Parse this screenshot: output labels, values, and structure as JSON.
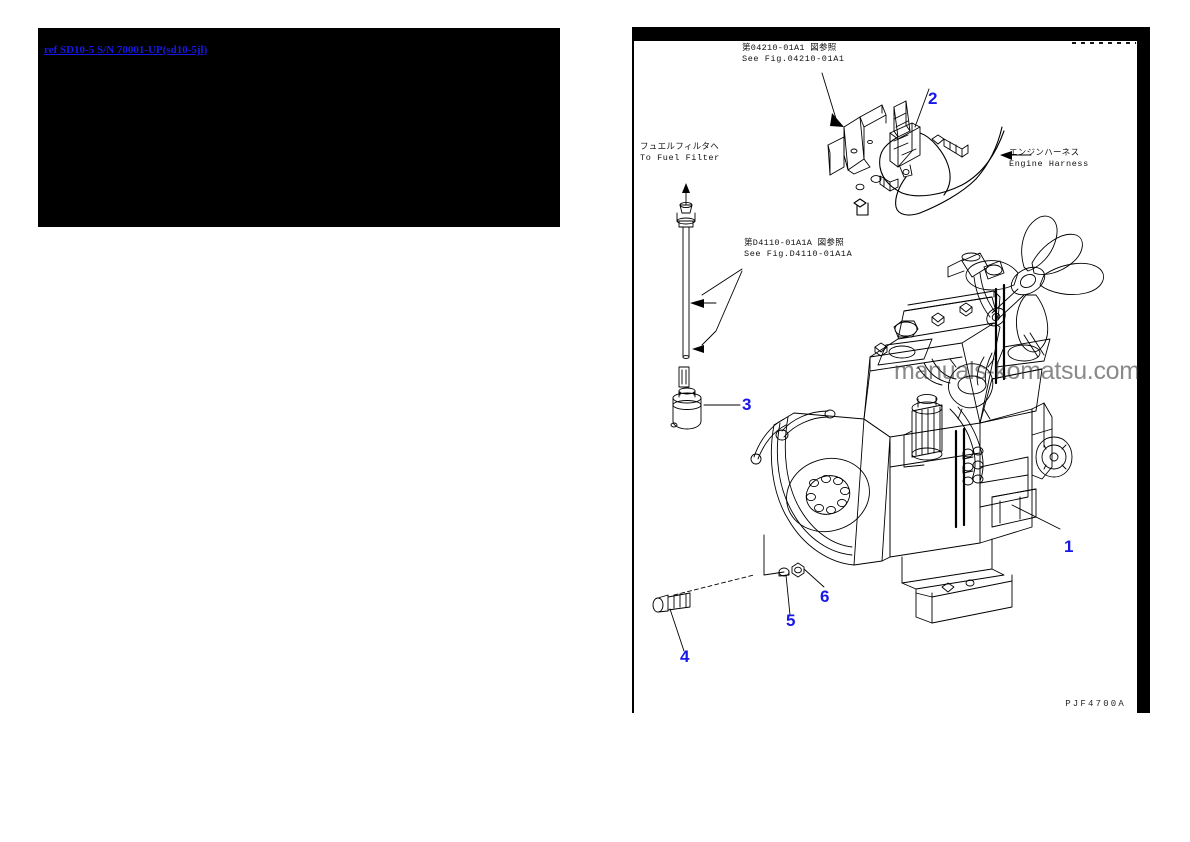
{
  "left_panel": {
    "link_label": "ref SD10-5 S/N 70001-UP(sd10-5jl)",
    "background_color": "#000000",
    "link_color": "#1717e8"
  },
  "diagram": {
    "figure_code": "PJF4700A",
    "watermark": "manuals-komatsu.com",
    "callout_color": "#1717e8",
    "annotations": [
      {
        "name": "see-fig-04210-01A1",
        "jp": "第04210-01A1 図参照",
        "en": "See Fig.04210-01A1"
      },
      {
        "name": "to-fuel-filter",
        "jp": "フュエルフィルタへ",
        "en": "To Fuel Filter"
      },
      {
        "name": "see-fig-D4110-01A1A",
        "jp": "第D4110-01A1A 図参照",
        "en": "See Fig.D4110-01A1A"
      },
      {
        "name": "engine-harness",
        "jp": "エンジンハーネス",
        "en": "Engine Harness"
      }
    ],
    "callouts": [
      {
        "label": "1"
      },
      {
        "label": "2"
      },
      {
        "label": "3"
      },
      {
        "label": "4"
      },
      {
        "label": "5"
      },
      {
        "label": "6"
      }
    ]
  }
}
